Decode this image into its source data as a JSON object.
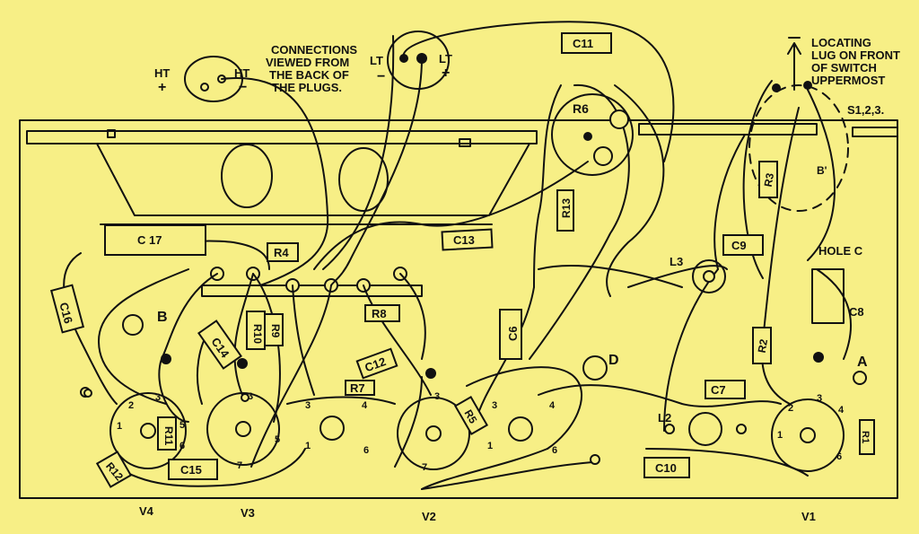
{
  "notes": {
    "connections_line1": "CONNECTIONS",
    "connections_line2": "VIEWED FROM",
    "connections_line3": "THE BACK OF",
    "connections_line4": "THE PLUGS.",
    "locating_line1": "LOCATING",
    "locating_line2": "LUG ON FRONT",
    "locating_line3": "OF SWITCH",
    "locating_line4": "UPPERMOST",
    "switch": "S1,2,3."
  },
  "plugs": {
    "ht": "HT",
    "lt": "LT",
    "plus": "+",
    "minus": "−"
  },
  "components": {
    "c11": "C11",
    "c17": "C 17",
    "c13": "C13",
    "c16": "C16",
    "c14": "C14",
    "c15": "C15",
    "c12": "C12",
    "c6": "C6",
    "c9": "C9",
    "c8": "C8",
    "c7": "C7",
    "c10": "C10",
    "r3": "R3",
    "r4": "R4",
    "r5": "R5",
    "r6": "R6",
    "r7": "R7",
    "r8": "R8",
    "r9": "R9",
    "r10": "R10",
    "r11": "R11",
    "r12": "R12",
    "r13": "R13",
    "r2": "R2",
    "r1": "R1",
    "l2": "L2",
    "l3": "L3"
  },
  "holes": {
    "a": "A",
    "b": "B",
    "c": "C",
    "d": "D",
    "hole_c": "HOLE C",
    "b_prime": "B'"
  },
  "valves": {
    "v1": "V1",
    "v2": "V2",
    "v3": "V3",
    "v4": "V4"
  },
  "pins": [
    "1",
    "2",
    "3",
    "4",
    "5",
    "6",
    "7"
  ]
}
